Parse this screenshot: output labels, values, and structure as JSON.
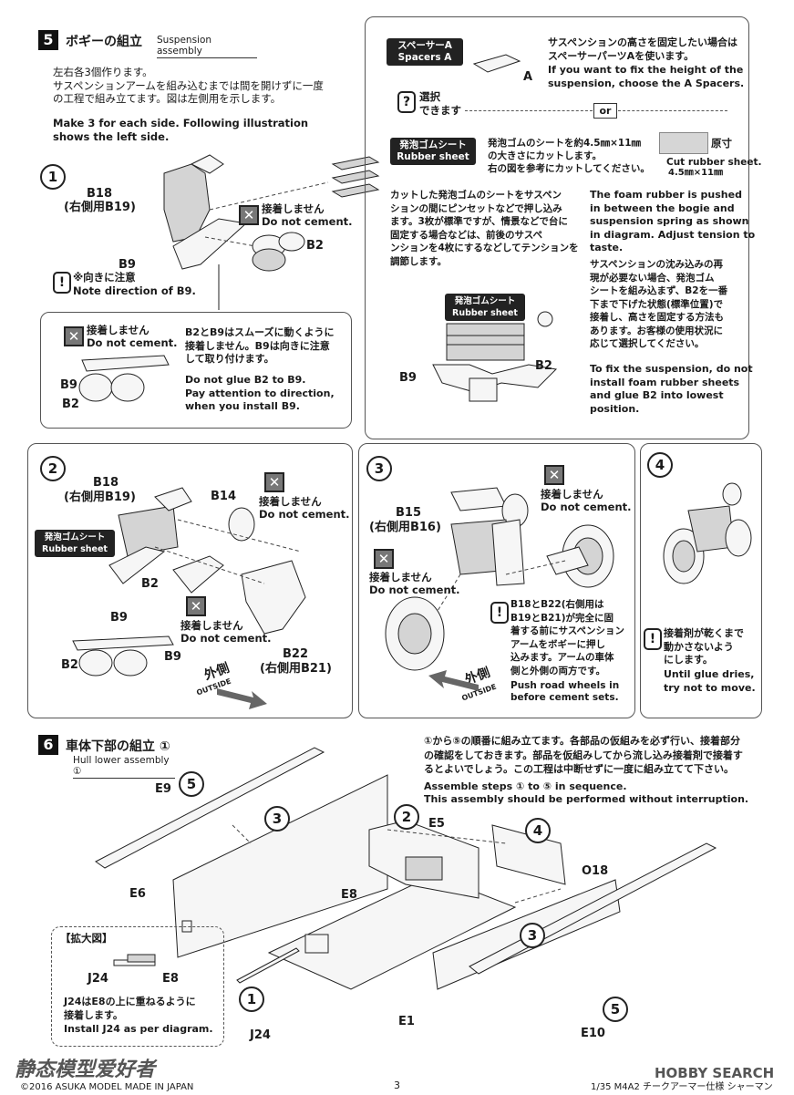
{
  "section5": {
    "number": "5",
    "title": "ボギーの組立",
    "subtitle": "Suspension assembly",
    "intro_jp": "左右各3個作ります。\nサスペンションアームを組み込むまでは間を開けずに一度\nの工程で組み立てます。図は左側用を示します。",
    "intro_en": "Make 3 for each side. Following illustration\nshows the left side.",
    "step1": "1",
    "b18": "B18",
    "b18_right": "(右側用B19)",
    "no_cement_jp": "接着しません",
    "no_cement_en": "Do not cement.",
    "b9": "B9",
    "b2": "B2",
    "direction_jp": "※向きに注意",
    "direction_en": "Note direction of B9.",
    "detail_jp": "B2とB9はスムーズに動くように\n接着しません。B9は向きに注意\nして取り付けます。",
    "detail_en": "Do not glue B2 to B9.\nPay attention to direction,\nwhen you install B9.",
    "spacer_tag": "スペーサーA\nSpacers A",
    "spacer_a": "A",
    "spacer_jp": "サスペンションの高さを固定したい場合は\nスペーサーパーツAを使います。",
    "spacer_en": "If you want to fix the height of the\nsuspension, choose the A Spacers.",
    "choose_jp": "選択\nできます",
    "or": "or",
    "rubber_tag": "発泡ゴムシート\nRubber sheet",
    "rubber_cut_jp": "発泡ゴムのシートを約4.5㎜×11㎜\nの大きさにカットします。\n右の図を参考にカットしてください。",
    "cut_label_jp": "原寸",
    "cut_label_en": "Cut rubber sheet.",
    "cut_size": "4.5㎜×11㎜",
    "push_jp": "カットした発泡ゴムのシートをサスペン\nションの間にピンセットなどで押し込み\nます。3枚が標準ですが、情景などで台に\n固定する場合などは、前後のサスペ\nンションを4枚にするなどしてテンションを\n調節します。",
    "push_en": "The foam  rubber is pushed\nin between the bogie and\nsuspension spring as  shown\nin diagram. Adjust tension to\ntaste.",
    "fix_jp": "サスペンションの沈み込みの再\n現が必要ない場合、発泡ゴム\nシートを組み込まず、B2を一番\n下まで下げた状態(標準位置)で\n接着し、高さを固定する方法も\nあります。お客様の使用状況に\n応じて選択してください。",
    "fix_en": "To fix the suspension, do not\ninstall foam rubber sheets\nand glue B2 into lowest\nposition.",
    "rubber_tag_small": "発泡ゴムシート\nRubber sheet"
  },
  "steps": {
    "step2": "2",
    "step3": "3",
    "step4": "4",
    "b14": "B14",
    "b22": "B22",
    "b22_right": "(右側用B21)",
    "b15": "B15",
    "b15_right": "(右側用B16)",
    "outside_jp": "外側",
    "outside_en": "OUTSIDE",
    "wheel_note_jp": "B18とB22(右側用は\nB19とB21)が完全に固\n着する前にサスペンション\nアームをボギーに押し\n込みます。アームの車体\n側と外側の両方です。",
    "wheel_note_en": "Push road wheels in\nbefore cement sets.",
    "glue_note_jp": "接着剤が乾くまで\n動かさないよう\nにします。",
    "glue_note_en": "Until glue dries,\ntry not to move."
  },
  "section6": {
    "number": "6",
    "title": "車体下部の組立 ①",
    "subtitle": "Hull lower assembly ①",
    "note_jp": "①から⑤の順番に組み立てます。各部品の仮組みを必ず行い、接着部分\nの確認をしておきます。部品を仮組みしてから流し込み接着剤で接着す\nるとよいでしょう。この工程は中断せずに一度に組み立てて下さい。",
    "note_en": "Assemble steps ① to ⑤ in sequence.\nThis assembly should be performed without interruption.",
    "e9": "E9",
    "e6": "E6",
    "e8": "E8",
    "e5": "E5",
    "e1": "E1",
    "e10": "E10",
    "o18": "O18",
    "j24": "J24",
    "n1": "1",
    "n2": "2",
    "n3": "3",
    "n4": "4",
    "n5": "5",
    "zoom_title": "【拡大図】",
    "zoom_jp": "J24はE8の上に重ねるように\n接着します。",
    "zoom_en": "Install J24 as per diagram."
  },
  "footer": {
    "copyright": "©2016 ASUKA MODEL MADE IN JAPAN",
    "page": "3",
    "product": "1/35 M4A2 チークアーマー仕様 シャーマン",
    "watermark_left": "静态模型爱好者",
    "watermark_right": "HOBBY SEARCH"
  }
}
